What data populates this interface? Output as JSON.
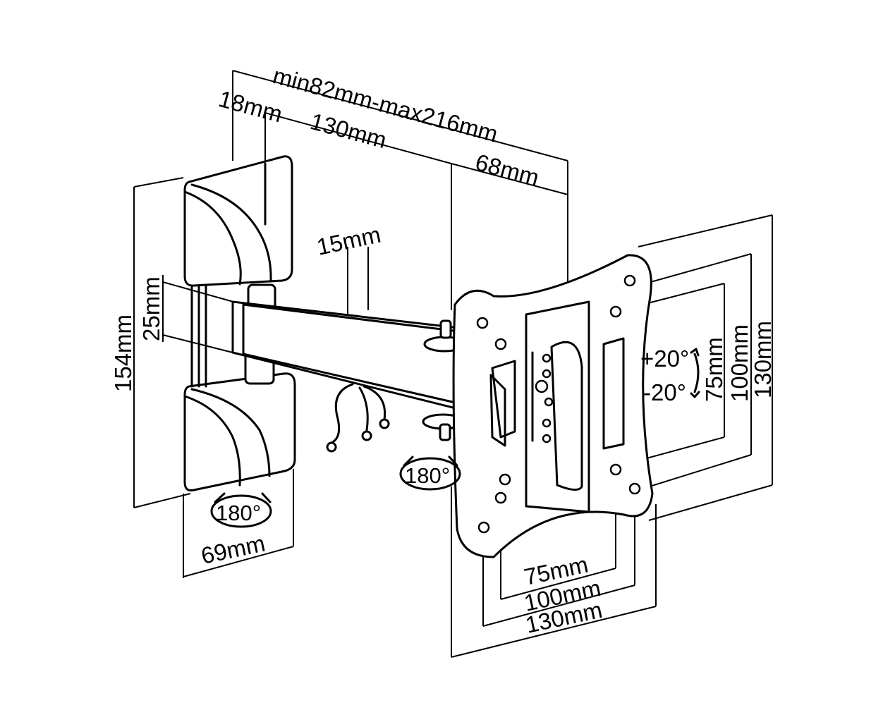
{
  "diagram": {
    "dims": {
      "depth_range": "min82mm-max216mm",
      "wall_plate_depth": "18mm",
      "arm_length": "130mm",
      "head_depth": "68mm",
      "arm_gap": "15mm",
      "arm_height": "25mm",
      "wall_plate_height": "154mm",
      "wall_plate_width": "69mm",
      "vesa_v_small": "75mm",
      "vesa_v_mid": "100mm",
      "vesa_v_large": "130mm",
      "vesa_h_small": "75mm",
      "vesa_h_mid": "100mm",
      "vesa_h_large": "130mm"
    },
    "rotations": {
      "wall_swivel": "180°",
      "arm_swivel": "180°",
      "tilt_up": "+20°",
      "tilt_down": "-20°"
    }
  }
}
